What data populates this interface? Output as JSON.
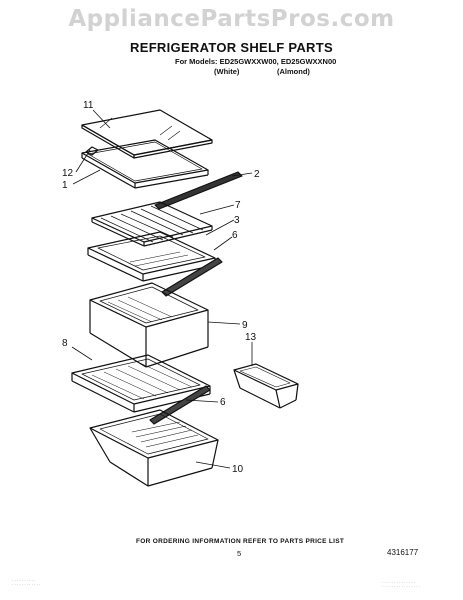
{
  "watermark": "AppliancePartsPros.com",
  "header": {
    "title": "REFRIGERATOR SHELF PARTS",
    "models": "For Models: ED25GWXXW00, ED25GWXXN00",
    "color_white": "(White)",
    "color_almond": "(Almond)"
  },
  "callouts": [
    "11",
    "12",
    "1",
    "2",
    "7",
    "3",
    "6",
    "9",
    "13",
    "8",
    "6",
    "10"
  ],
  "footer": {
    "ordering": "FOR ORDERING INFORMATION REFER TO PARTS PRICE LIST",
    "page": "5",
    "doc_number": "4316177"
  },
  "fine_print": {
    "left_1": "· · · · · · · · · ·",
    "left_2": "· · · · · · · · · · · ·",
    "right_1": "· · · · · · · · · · · · · ·",
    "right_2": "· · · · · · · · · · · · · · · ·"
  }
}
